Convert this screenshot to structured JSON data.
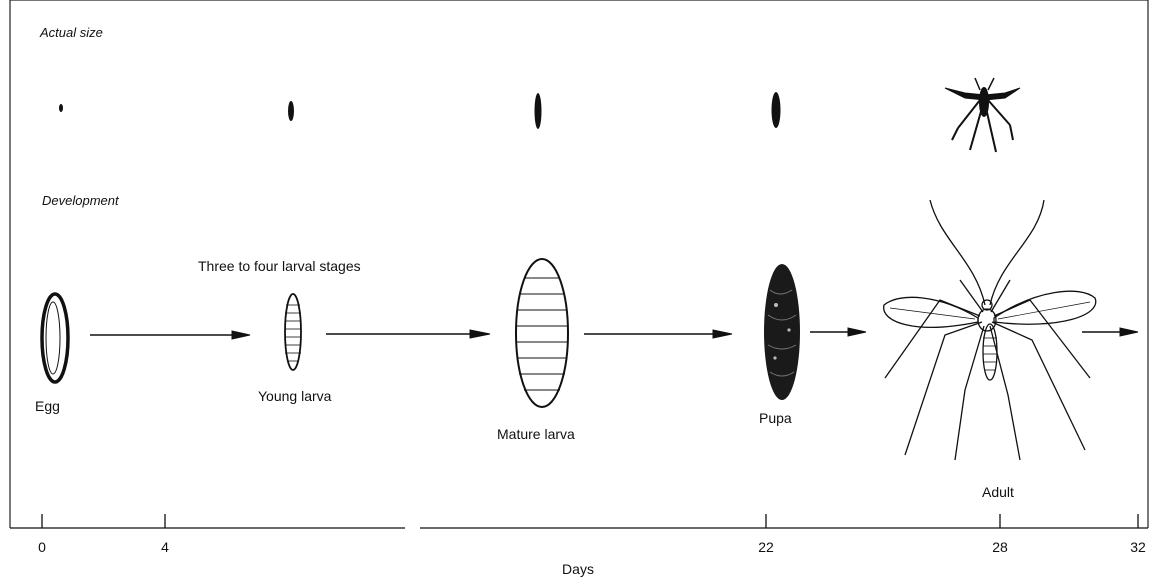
{
  "sections": {
    "actual_size": "Actual size",
    "development": "Development"
  },
  "annotation": "Three to four larval stages",
  "stages": {
    "egg": "Egg",
    "young_larva": "Young larva",
    "mature_larva": "Mature larva",
    "pupa": "Pupa",
    "adult": "Adult"
  },
  "axis": {
    "label": "Days",
    "ticks": [
      "0",
      "4",
      "22",
      "28",
      "32"
    ]
  }
}
